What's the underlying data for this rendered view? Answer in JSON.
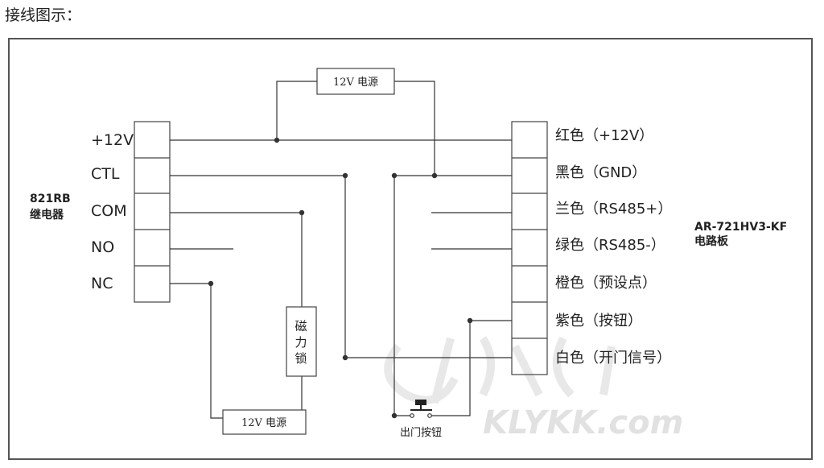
{
  "page_title": "接线图示：",
  "relay": {
    "name_line1": "821RB",
    "name_line2": "继电器",
    "terminals": [
      "+12V",
      "CTL",
      "COM",
      "NO",
      "NC"
    ]
  },
  "board": {
    "name_line1": "AR-721HV3-KF",
    "name_line2": "电路板",
    "terminals": [
      "红色（+12V）",
      "黑色（GND）",
      "兰色（RS485+）",
      "绿色（RS485-）",
      "橙色（预设点）",
      "紫色（按钮）",
      "白色（开门信号）"
    ]
  },
  "top_power_label": "12V 电源",
  "bottom_power_label": "12V 电源",
  "magnet_lock_chars": [
    "磁",
    "力",
    "锁"
  ],
  "exit_button_label": "出门按钮",
  "watermark_text": "KLYKK.com",
  "colors": {
    "line": "#333333",
    "frame": "#555555",
    "box": "#444444"
  }
}
